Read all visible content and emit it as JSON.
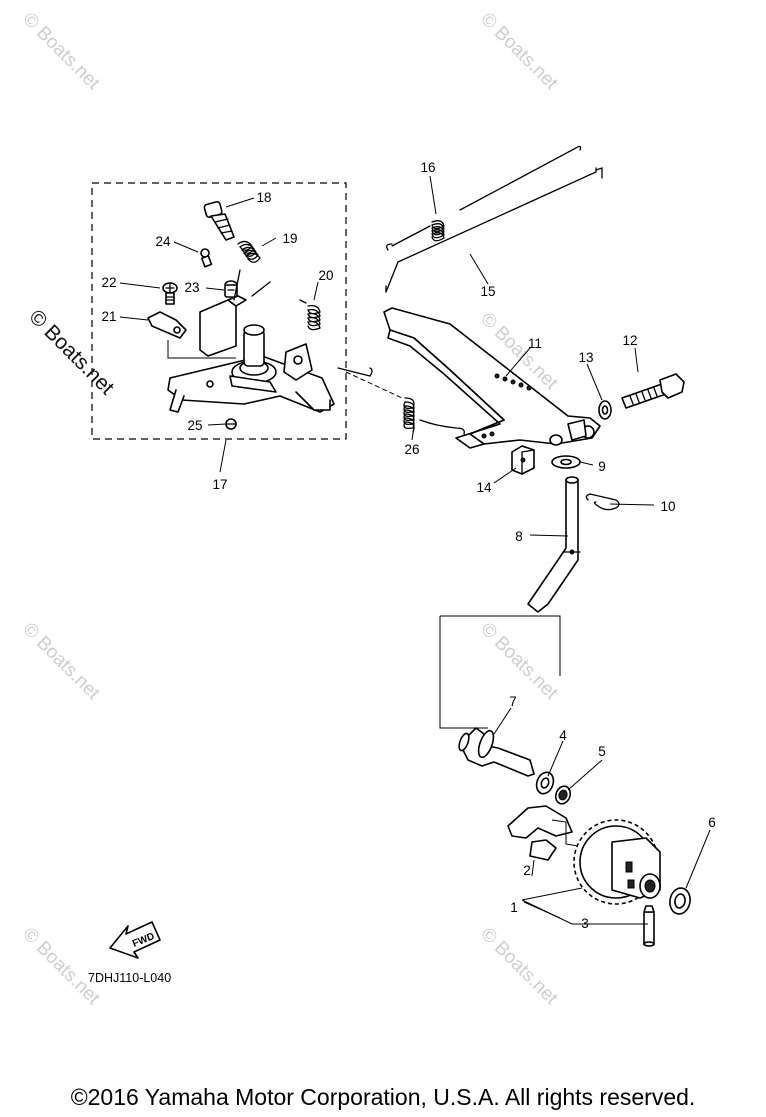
{
  "watermark": {
    "text": "© Boats.net"
  },
  "diagram": {
    "code": "7DHJ110-L040",
    "fwd_label": "FWD",
    "callouts": [
      "1",
      "2",
      "3",
      "4",
      "5",
      "6",
      "7",
      "8",
      "9",
      "10",
      "11",
      "12",
      "13",
      "14",
      "15",
      "16",
      "17",
      "18",
      "19",
      "20",
      "21",
      "22",
      "23",
      "24",
      "25",
      "26"
    ]
  },
  "footer": {
    "copyright": "©2016 Yamaha Motor Corporation, U.S.A. All rights reserved."
  }
}
